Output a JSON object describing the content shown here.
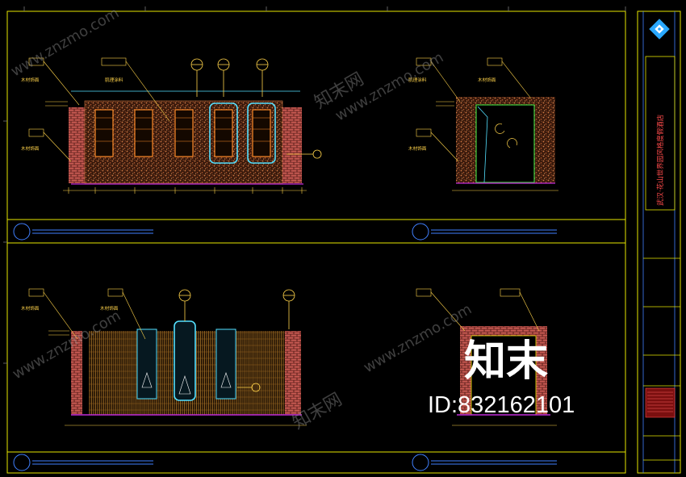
{
  "project_title": "武汉·花山世界园风格度假酒店",
  "watermark": {
    "site": "www.znzmo.com",
    "brand_cn": "知末网",
    "logo_text": "知末",
    "id_text": "ID:832162101"
  },
  "labels": {
    "wood_trim_upper": "木材饰面",
    "wood_trim_lower": "木材饰面",
    "stone_finish": "肌理涂料",
    "wood_panel": "木材饰面",
    "wood_door": "木材饰面",
    "wood_screen": "木材饰面",
    "wood_side": "木材饰面",
    "stone_side": "肌理涂料"
  },
  "colors": {
    "frame": "#e6e600",
    "wall_brick": "#d2695f",
    "stone": "#b3663d",
    "wood_line": "#d79633",
    "cyan": "#53e0ff",
    "magenta": "#c02bd8",
    "green": "#40d040",
    "label_yellow": "#ffd34a",
    "titleblock_red": "#ff4b4b",
    "logo_blue": "#2aa8ff"
  }
}
